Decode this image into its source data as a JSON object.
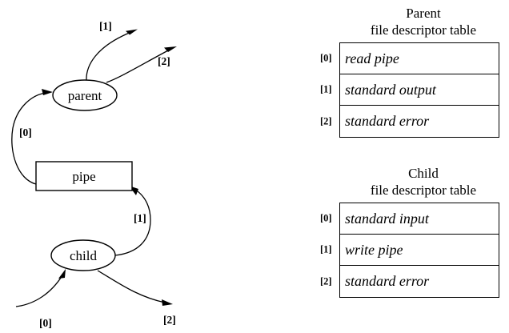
{
  "diagram": {
    "nodes": [
      {
        "id": "parent",
        "label": "parent",
        "shape": "ellipse"
      },
      {
        "id": "pipe",
        "label": "pipe",
        "shape": "rectangle"
      },
      {
        "id": "child",
        "label": "child",
        "shape": "ellipse"
      }
    ],
    "edge_labels": {
      "parent_stdout": "[1]",
      "parent_stderr": "[2]",
      "parent_readpipe": "[0]",
      "child_writepipe": "[1]",
      "child_stdin": "[0]",
      "child_stderr": "[2]"
    }
  },
  "tables": [
    {
      "id": "parent-fd-table",
      "title_line1": "Parent",
      "title_line2": "file descriptor table",
      "rows": [
        {
          "index": "[0]",
          "value": "read pipe"
        },
        {
          "index": "[1]",
          "value": "standard output"
        },
        {
          "index": "[2]",
          "value": "standard error"
        }
      ]
    },
    {
      "id": "child-fd-table",
      "title_line1": "Child",
      "title_line2": "file descriptor table",
      "rows": [
        {
          "index": "[0]",
          "value": "standard input"
        },
        {
          "index": "[1]",
          "value": "write pipe"
        },
        {
          "index": "[2]",
          "value": "standard error"
        }
      ]
    }
  ],
  "colors": {
    "background": "#ffffff",
    "ink": "#000000"
  }
}
